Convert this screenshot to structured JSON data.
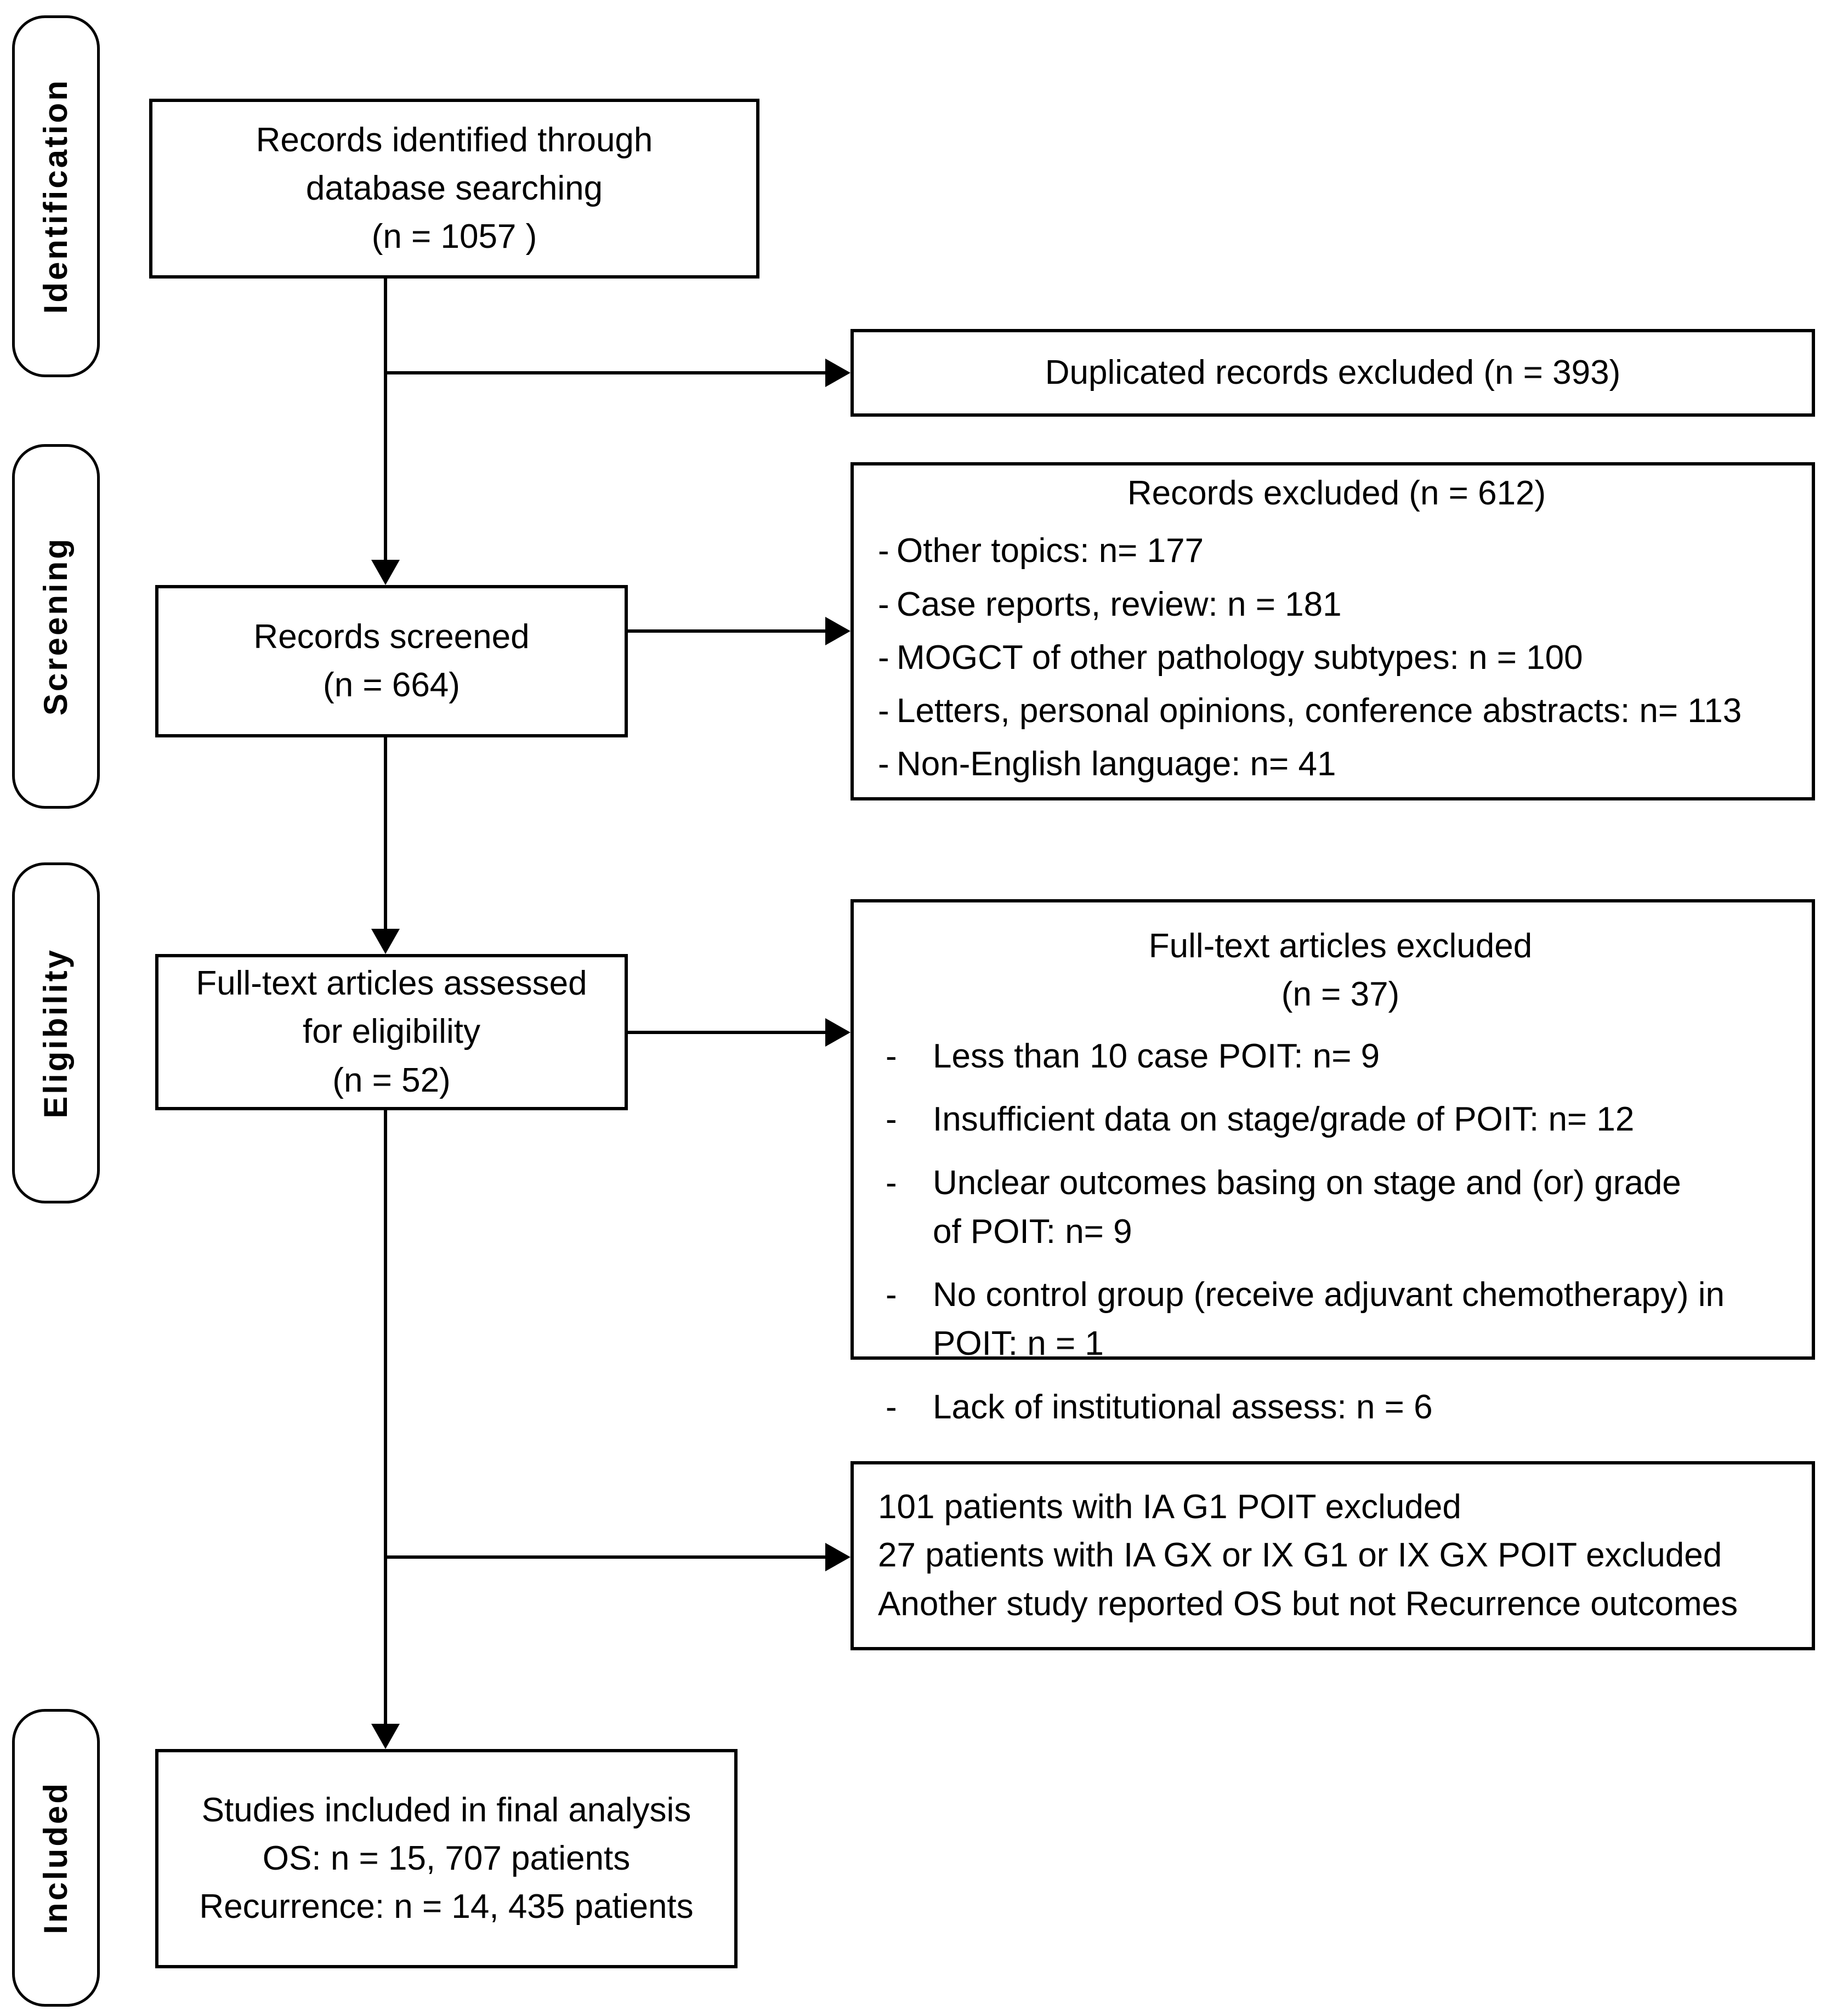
{
  "diagram": {
    "type": "PRISMA flow diagram",
    "stages": [
      {
        "id": "identification",
        "label": "Identification"
      },
      {
        "id": "screening",
        "label": "Screening"
      },
      {
        "id": "eligibility",
        "label": "Eligibility"
      },
      {
        "id": "included",
        "label": "Included"
      }
    ],
    "flow_boxes": [
      {
        "id": "records-identified",
        "lines": [
          "Records identified through",
          "database searching",
          "(n = 1057 )"
        ]
      },
      {
        "id": "records-screened",
        "lines": [
          "Records screened",
          "(n = 664)"
        ]
      },
      {
        "id": "fulltext-assessed",
        "lines": [
          "Full-text articles assessed",
          "for eligibility",
          "(n = 52)"
        ]
      },
      {
        "id": "studies-included",
        "lines": [
          "Studies included in final analysis",
          "OS: n = 15, 707 patients",
          "Recurrence: n = 14, 435 patients"
        ]
      }
    ],
    "exclusion_boxes": [
      {
        "id": "duplicated-records-excluded",
        "title": "Duplicated records excluded (n = 393)",
        "items": []
      },
      {
        "id": "records-excluded",
        "title": "Records excluded (n = 612)",
        "marker": "-",
        "items": [
          "Other topics: n= 177",
          "Case reports, review: n = 181",
          "MOGCT of other pathology subtypes: n = 100",
          "Letters, personal opinions, conference abstracts: n= 113",
          "Non-English language: n= 41"
        ]
      },
      {
        "id": "fulltext-excluded",
        "title_line1": "Full-text articles excluded",
        "title_line2": "(n = 37)",
        "marker": "-",
        "items": [
          "Less than 10 case POIT: n= 9",
          "Insufficient data on stage/grade of POIT:  n= 12",
          "Unclear outcomes basing on stage and (or) grade of POIT: n= 9",
          "No control group (receive adjuvant chemotherapy) in POIT: n = 1",
          "Lack of institutional assess: n = 6"
        ]
      },
      {
        "id": "patients-excluded",
        "items": [
          "101 patients with IA G1 POIT excluded",
          "27 patients with IA GX or IX G1 or IX GX POIT excluded",
          "Another study reported OS but not Recurrence outcomes"
        ]
      }
    ],
    "colors": {
      "stroke": "#000000",
      "background": "#ffffff",
      "text": "#000000"
    }
  }
}
